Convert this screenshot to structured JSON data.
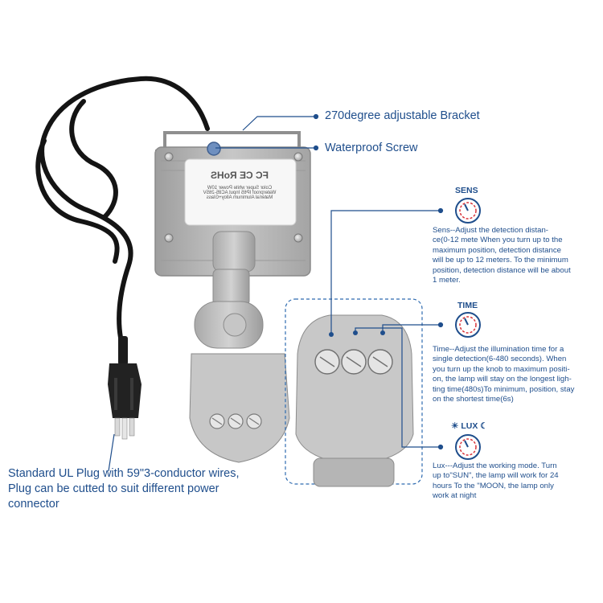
{
  "callouts": {
    "bracket": "270degree adjustable Bracket",
    "screw": "Waterproof Screw",
    "plug_line1": "Standard UL Plug with 59\"3-conductor wires,",
    "plug_line2": "Plug can be cutted to suit different power",
    "plug_line3": "connector"
  },
  "label_plate": {
    "marks": "FC CE RoHS",
    "spec_lines": [
      "Color  Super white  Power  10W",
      "Waterproof  IP65  Input  AC85-265V",
      "Material  Aluminum Alloy+Glass"
    ]
  },
  "knobs": {
    "sens": {
      "title": "SENS",
      "lines": [
        "Sens--Adjust the detection distan-",
        "ce(0-12 mete When you turn up to the",
        "maximum position, detection distance",
        "will be up to 12 meters. To the minimum",
        "position, detection distance will be about",
        "1 meter."
      ]
    },
    "time": {
      "title": "TIME",
      "lines": [
        "Time--Adjust the illumination time for a",
        "single detection(6-480 seconds). When",
        "you turn up the knob to maximum positi-",
        "on, the lamp will stay on the longest ligh-",
        "ting time(480s)To minimum, position, stay",
        "on the shortest time(6s)"
      ]
    },
    "lux": {
      "title": "☀ LUX ☾",
      "lines": [
        "Lux---Adjust the working mode. Turn",
        "up to\"SUN\", the lamp will work for 24",
        "hours To the \"MOON, the lamp only",
        "work at night"
      ]
    }
  },
  "colors": {
    "accent": "#1f4e8c",
    "body_gray": "#bdbdbd",
    "cable": "#1a1a1a",
    "knob_red": "#d8343a"
  }
}
